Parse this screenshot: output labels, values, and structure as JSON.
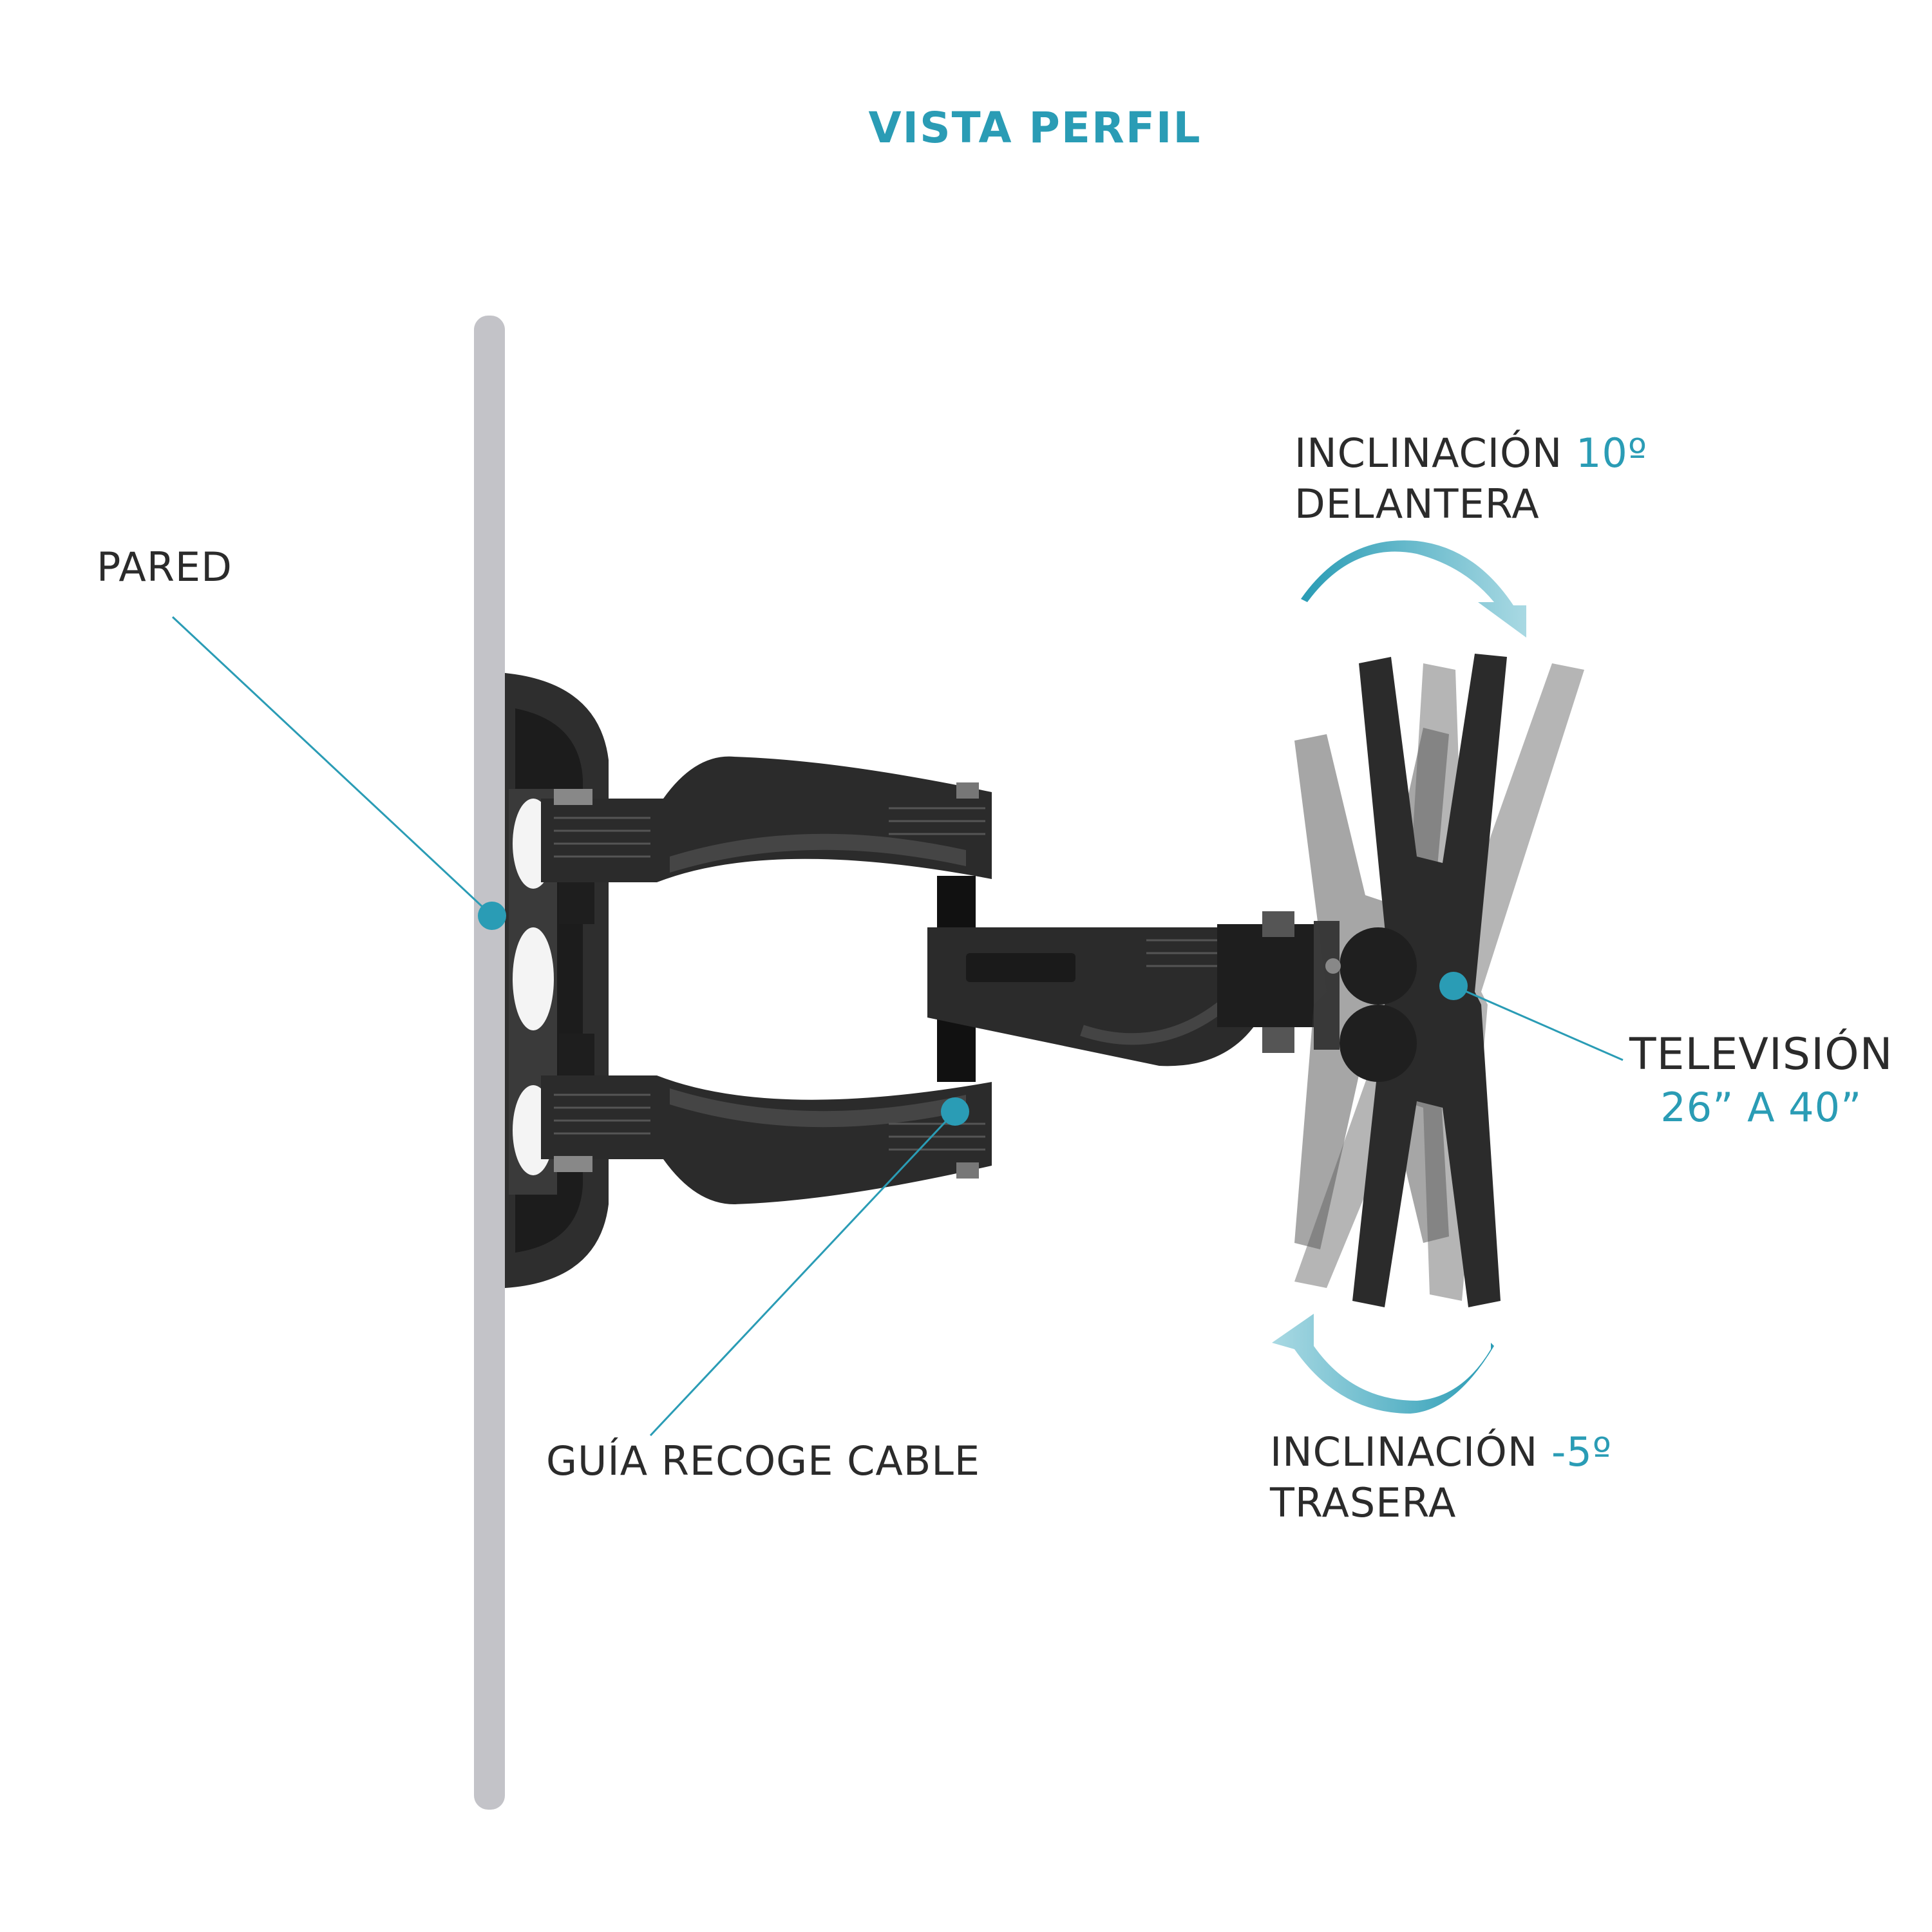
{
  "title": "VISTA PERFIL",
  "labels": {
    "wall": "PARED",
    "cable_guide": "GUÍA RECOGE CABLE",
    "tilt_front": {
      "line1": "INCLINACIÓN",
      "value": "10º",
      "line2": "DELANTERA"
    },
    "tilt_back": {
      "line1": "INCLINACIÓN",
      "value": "-5º",
      "line2": "TRASERA"
    },
    "tv": {
      "line1": "TELEVISIÓN",
      "size": "26” A 40”"
    }
  },
  "colors": {
    "accent": "#2a9cb5",
    "wall": "#c3c3c8",
    "bracket": "#2e2e2e",
    "text": "#2b2b2b"
  },
  "icons": [
    "tilt-forward-arrow-icon",
    "tilt-backward-arrow-icon",
    "callout-dot-icon"
  ]
}
